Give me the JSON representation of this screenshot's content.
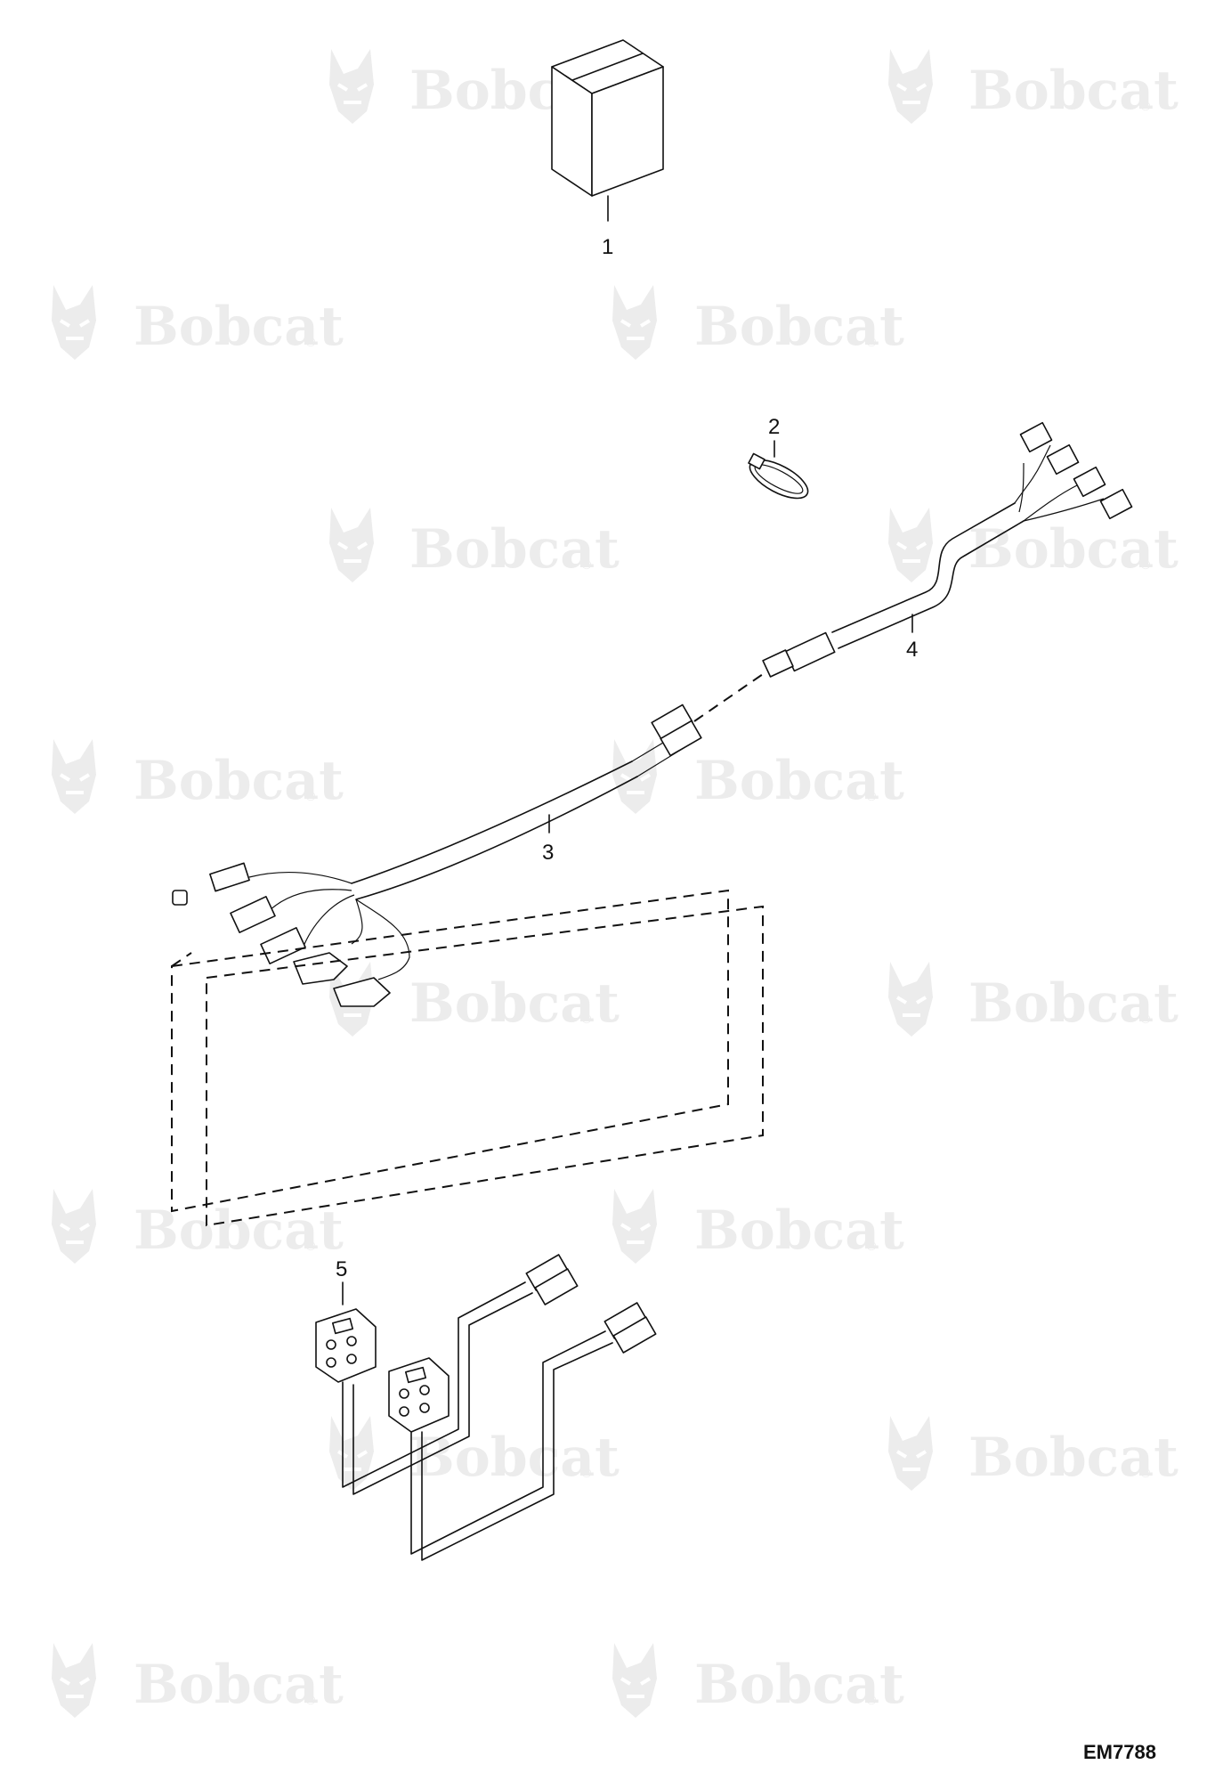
{
  "watermark": {
    "brand": "Bobcat",
    "registered": "®"
  },
  "callouts": [
    {
      "id": "1",
      "label": "1"
    },
    {
      "id": "2",
      "label": "2"
    },
    {
      "id": "3",
      "label": "3"
    },
    {
      "id": "4",
      "label": "4"
    },
    {
      "id": "5",
      "label": "5"
    }
  ],
  "drawing_ref": "EM7788"
}
